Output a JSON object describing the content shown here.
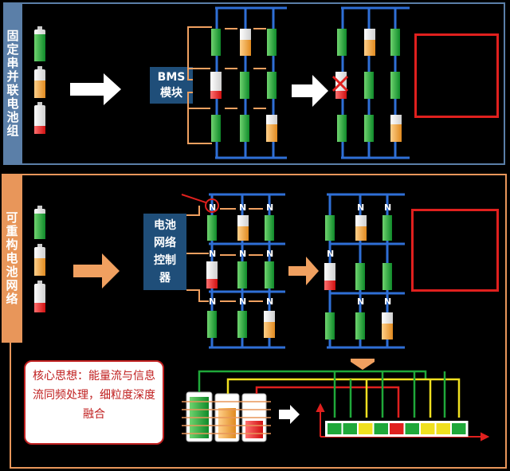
{
  "top_panel": {
    "label": "固定串并联电池组",
    "bms_label_line1": "BMS",
    "bms_label_line2": "模块"
  },
  "bottom_panel": {
    "label": "可重构电池网络",
    "controller_line1": "电池",
    "controller_line2": "网络",
    "controller_line3": "控制",
    "controller_line4": "器",
    "idea_text": "核心思想：能量流与信息流同频处理，细粒度深度融合"
  },
  "colors": {
    "blue_frame": "#5b7fa8",
    "orange_frame": "#e8965a",
    "bus_blue": "#2f6fd6",
    "battery_green": "#1fa83a",
    "battery_orange": "#f0a040",
    "battery_red": "#e0201e",
    "highlight_red": "#e0201e",
    "dark_box": "#1f4e79"
  },
  "legend_bar": [
    "green",
    "green",
    "yellow",
    "green",
    "red",
    "green",
    "yellow",
    "yellow",
    "green"
  ]
}
